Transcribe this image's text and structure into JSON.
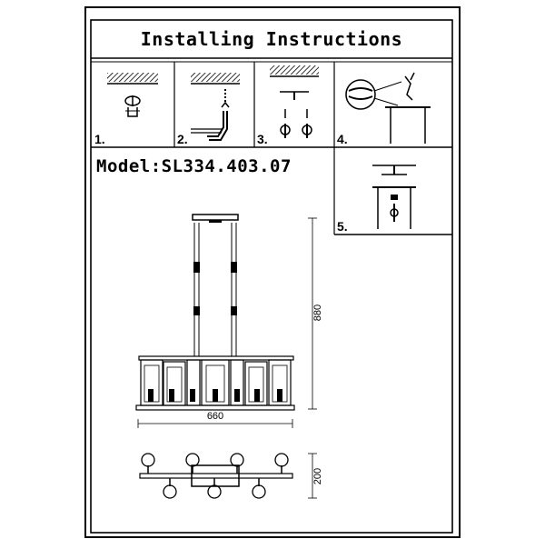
{
  "title": "Installing Instructions",
  "model_label": "Model:SL334.403.07",
  "steps": [
    {
      "number": "1.",
      "icon": "ceiling-bracket-icon"
    },
    {
      "number": "2.",
      "icon": "wire-connection-icon"
    },
    {
      "number": "3.",
      "icon": "mounting-screws-icon"
    },
    {
      "number": "4.",
      "icon": "wire-twist-icon"
    },
    {
      "number": "5.",
      "icon": "canopy-attach-icon"
    }
  ],
  "dimensions": {
    "height": "880",
    "width": "660",
    "depth": "200"
  },
  "colors": {
    "line": "#000000",
    "background": "#ffffff"
  }
}
